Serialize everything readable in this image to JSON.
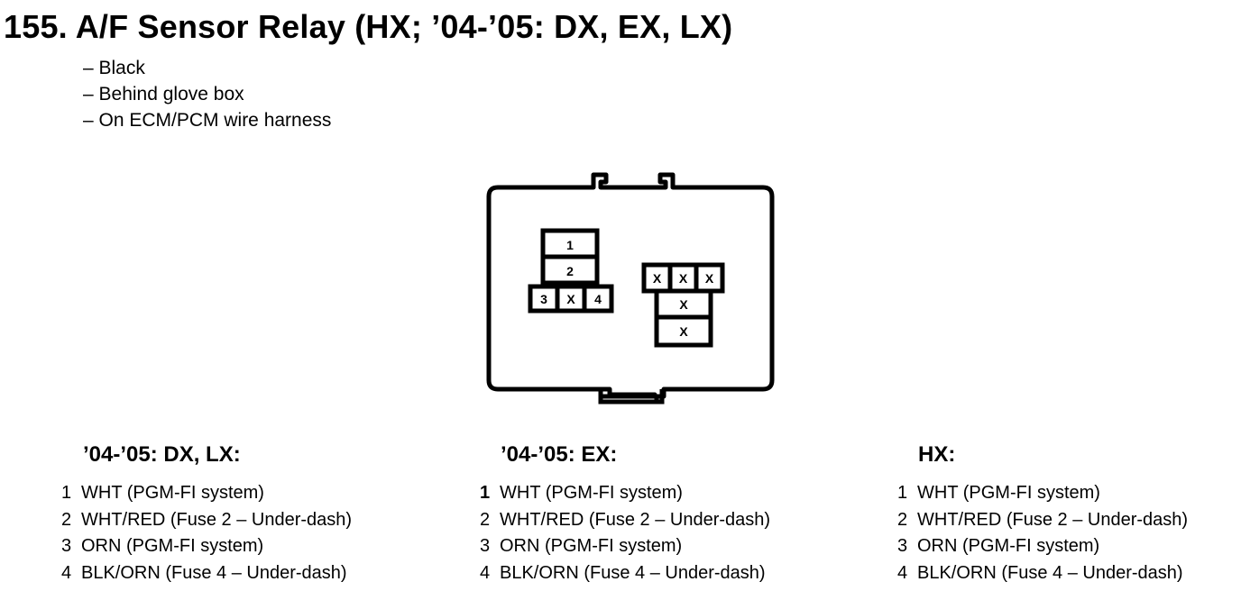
{
  "title": "155. A/F Sensor Relay (HX; ’04-’05: DX, EX, LX)",
  "notes": [
    "– Black",
    "– Behind glove box",
    "– On ECM/PCM wire harness"
  ],
  "connector": {
    "left_block": {
      "rows": [
        [
          "1"
        ],
        [
          "2"
        ],
        [
          "3",
          "X",
          "4"
        ]
      ]
    },
    "right_block": {
      "rows": [
        [
          "X",
          "X",
          "X"
        ],
        [
          "X"
        ],
        [
          "X"
        ]
      ]
    }
  },
  "columns": [
    {
      "heading": "’04-’05: DX, LX:",
      "pins": [
        {
          "num": "1",
          "desc": "WHT (PGM-FI system)"
        },
        {
          "num": "2",
          "desc": "WHT/RED (Fuse 2 – Under-dash)"
        },
        {
          "num": "3",
          "desc": "ORN (PGM-FI system)"
        },
        {
          "num": "4",
          "desc": "BLK/ORN (Fuse 4 – Under-dash)"
        }
      ]
    },
    {
      "heading": "’04-’05: EX:",
      "pins": [
        {
          "num": "1",
          "desc": "WHT (PGM-FI system)"
        },
        {
          "num": "2",
          "desc": "WHT/RED (Fuse 2 – Under-dash)"
        },
        {
          "num": "3",
          "desc": "ORN (PGM-FI system)"
        },
        {
          "num": "4",
          "desc": "BLK/ORN (Fuse 4 – Under-dash)"
        }
      ]
    },
    {
      "heading": "HX:",
      "pins": [
        {
          "num": "1",
          "desc": "WHT (PGM-FI system)"
        },
        {
          "num": "2",
          "desc": "WHT/RED (Fuse 2 – Under-dash)"
        },
        {
          "num": "3",
          "desc": "ORN (PGM-FI system)"
        },
        {
          "num": "4",
          "desc": "BLK/ORN (Fuse 4 – Under-dash)"
        }
      ]
    }
  ]
}
